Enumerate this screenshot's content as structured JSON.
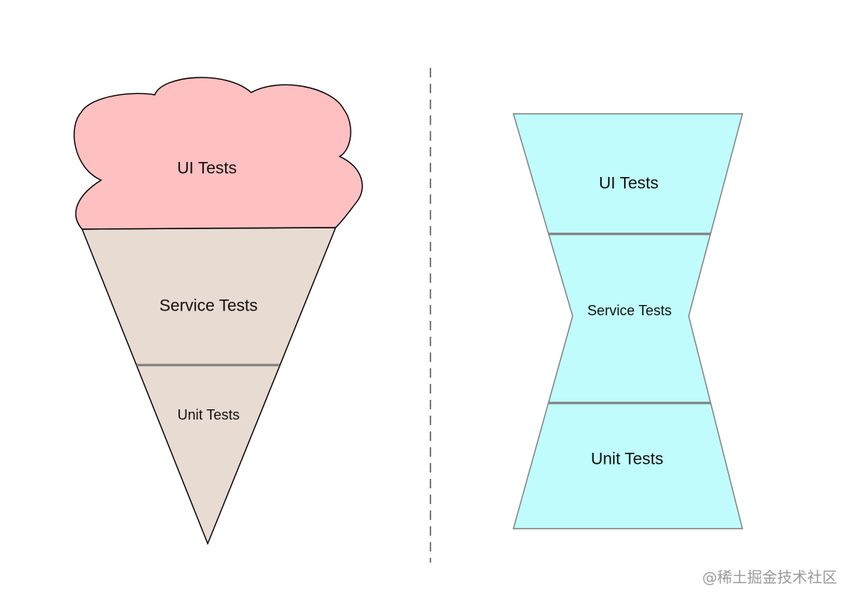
{
  "ice_cream_cone": {
    "top_layer": "UI Tests",
    "middle_layer": "Service Tests",
    "bottom_layer": "Unit Tests"
  },
  "hourglass": {
    "top_layer": "UI Tests",
    "middle_layer": "Service Tests",
    "bottom_layer": "Unit Tests"
  },
  "colors": {
    "cloud_fill": "#ffc0c2",
    "cone_fill": "#e8dbd2",
    "hourglass_fill": "#c0fcfc",
    "stroke": "#000000",
    "separator": "#808080"
  },
  "watermark": "@稀土掘金技术社区"
}
